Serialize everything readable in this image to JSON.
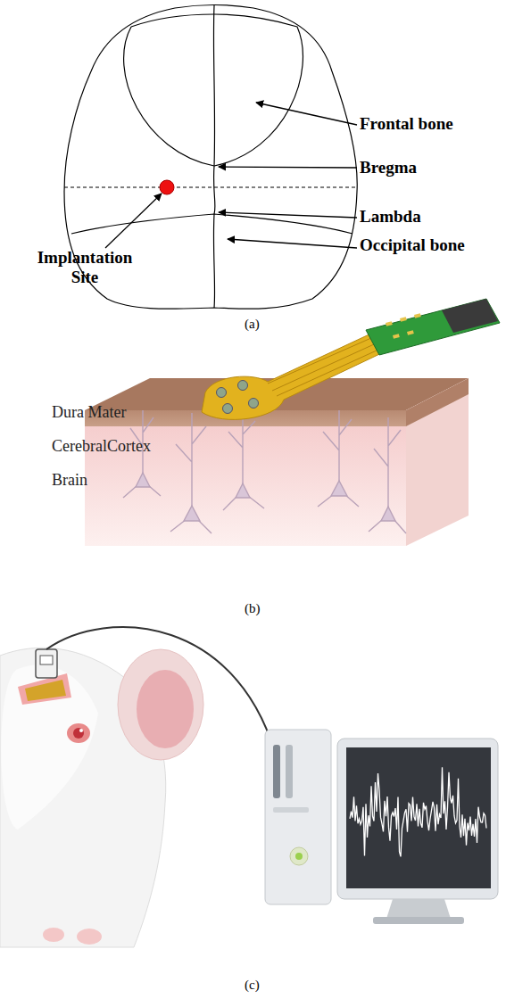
{
  "diagram": {
    "labels": [
      "Frontal bone",
      "Bregma",
      "Lambda",
      "Occipital bone",
      "Implantation Site",
      "(a)",
      "Dura Mater",
      "CerebralCortex",
      "Brain",
      "(b)",
      "(c)"
    ]
  }
}
